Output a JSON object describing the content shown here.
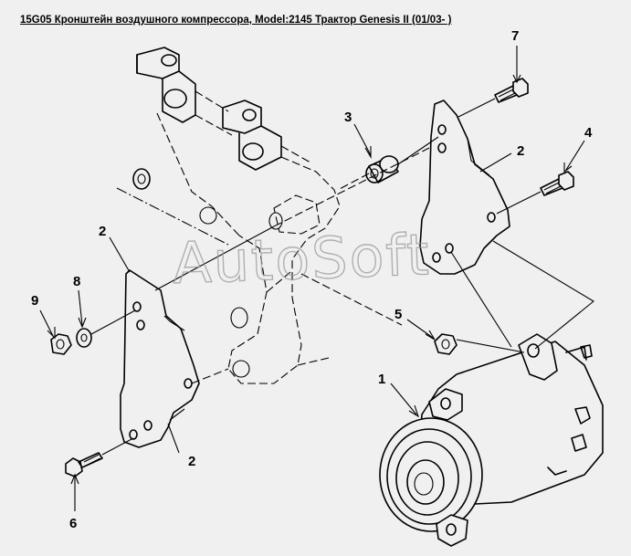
{
  "title": "15G05 Кронштейн воздушного компрессора, Model:2145 Трактор Genesis II (01/03- )",
  "watermark": "AutoSoft",
  "callouts": {
    "c1": "1",
    "c2a": "2",
    "c2b": "2",
    "c2c": "2",
    "c3": "3",
    "c4": "4",
    "c5": "5",
    "c6": "6",
    "c7": "7",
    "c8": "8",
    "c9": "9"
  },
  "colors": {
    "background": "#f0f0f0",
    "ink": "#000000",
    "watermark": "#9a9a9a"
  }
}
